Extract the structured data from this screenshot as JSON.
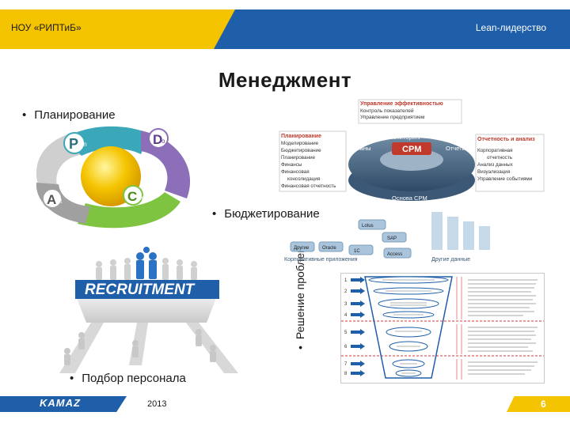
{
  "header": {
    "organization": "НОУ «РИПТиБ»",
    "slide_title": "Lean-лидерство"
  },
  "title": "Менеджмент",
  "bullets": {
    "planning": "Планирование",
    "budgeting": "Бюджетирование",
    "problem_solving": "Решение проблем",
    "recruitment": "Подбор персонала"
  },
  "pdca": {
    "plan": "Plan",
    "do": "Do",
    "check": "Check",
    "act": "Act",
    "colors": {
      "plan": "#3aa8b8",
      "do": "#8c6fb8",
      "check": "#7fc441",
      "act": "#cccccc",
      "center": "#f5c400"
    }
  },
  "cpm": {
    "top_title": "Управление эффективностью",
    "top_items": [
      "Контроль показателей",
      "Управление предприятием"
    ],
    "left_title": "Планирование",
    "left_items": [
      "Моделирование",
      "Бюджетирование",
      "Планирование",
      "Финансы",
      "Финансовая",
      "консолидация",
      "Финансовая отчетность"
    ],
    "right_title": "Отчетность и анализ",
    "right_items": [
      "Корпоративная",
      "отчетность",
      "Анализ данных",
      "Визуализация",
      "Управление событиями"
    ],
    "ring_labels": {
      "center": "CPM",
      "monitoring": "Мониторинг",
      "plans": "Планы",
      "reports": "Отчеты",
      "base": "Основа CPM"
    },
    "sources": [
      "Lotus",
      "SAP",
      "1C",
      "Oracle",
      "Другие",
      "Access"
    ],
    "bottom_left": "Корпоративные приложения",
    "bottom_right": "Другие данные"
  },
  "recruitment_image": {
    "word": "RECRUITMENT"
  },
  "funnel": {
    "steps": [
      "1",
      "2",
      "3",
      "4",
      "5",
      "6",
      "7",
      "8"
    ]
  },
  "footer": {
    "logo": "KAMAZ",
    "year": "2013",
    "page": "6"
  }
}
